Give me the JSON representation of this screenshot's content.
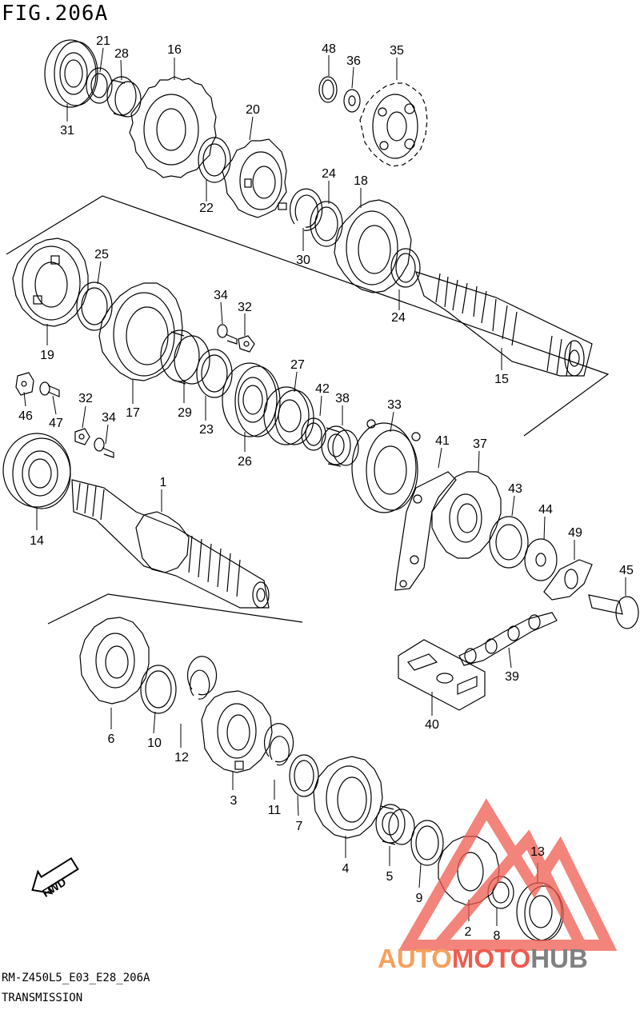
{
  "figure_title": "FIG.206A",
  "diagram_code": "RM-Z450L5_E03_E28_206A",
  "diagram_subtitle": "TRANSMISSION",
  "fwd_label": "FWD",
  "watermark": {
    "part1": "AUTO",
    "part2": "MOTO",
    "part3": "HUB"
  },
  "colors": {
    "line": "#000000",
    "wm_orange": "#f4a15c",
    "wm_red": "#ef5b4f",
    "wm_gray": "#808080"
  },
  "callouts": [
    "1",
    "2",
    "3",
    "4",
    "5",
    "6",
    "7",
    "8",
    "9",
    "10",
    "11",
    "12",
    "13",
    "14",
    "15",
    "16",
    "17",
    "18",
    "19",
    "20",
    "21",
    "22",
    "23",
    "24",
    "24",
    "25",
    "26",
    "27",
    "28",
    "29",
    "30",
    "31",
    "32",
    "32",
    "33",
    "34",
    "34",
    "35",
    "36",
    "37",
    "38",
    "39",
    "40",
    "41",
    "42",
    "43",
    "44",
    "45",
    "46",
    "47",
    "48",
    "49"
  ]
}
